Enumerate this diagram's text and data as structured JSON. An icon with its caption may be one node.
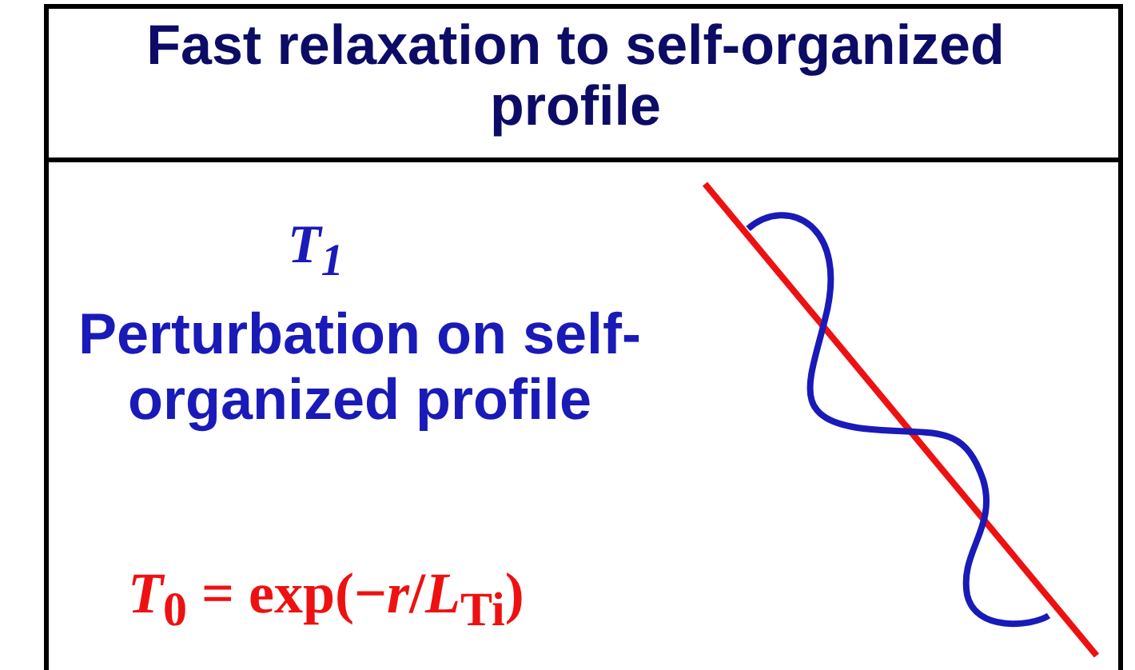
{
  "diagram": {
    "title": "Fast relaxation to self-organized profile",
    "labels": [
      "*T*$_{1}$",
      "Perturbation on self-organized profile",
      "*T*$_{0}$ = exp(−*r*/*L*$_{Ti}$)"
    ]
  }
}
